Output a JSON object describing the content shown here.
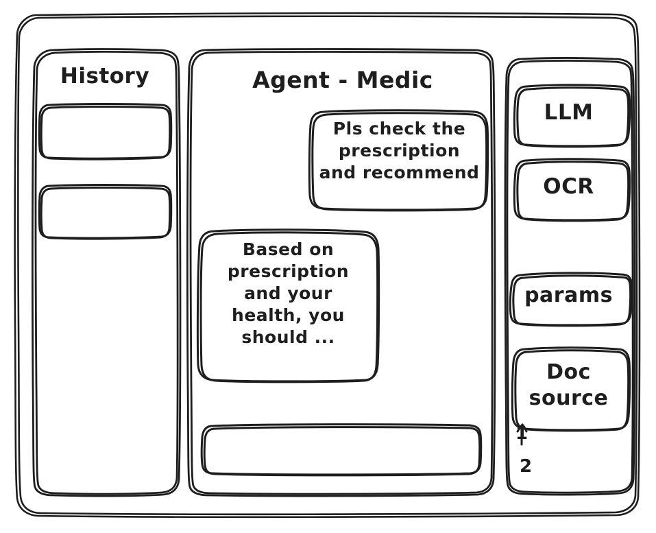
{
  "window": {
    "name": "agent-medic-wireframe"
  },
  "sidebar_left": {
    "title": "History",
    "items": [
      {
        "label": ""
      },
      {
        "label": ""
      }
    ]
  },
  "main": {
    "title": "Agent - Medic",
    "messages": [
      {
        "role": "user",
        "text": "Pls check the\nprescription\nand recommend"
      },
      {
        "role": "assistant",
        "text": "Based on\nprescription\nand your\nhealth, you\nshould ..."
      }
    ],
    "composer": {
      "value": "",
      "placeholder": ""
    }
  },
  "sidebar_right": {
    "tools": [
      {
        "label": "LLM"
      },
      {
        "label": "OCR"
      }
    ],
    "params": {
      "label": "params"
    },
    "doc_source": {
      "label": "Doc\nsource",
      "items": [
        "1",
        "2"
      ]
    }
  },
  "colors": {
    "ink": "#1e1e1e",
    "background": "#ffffff"
  }
}
